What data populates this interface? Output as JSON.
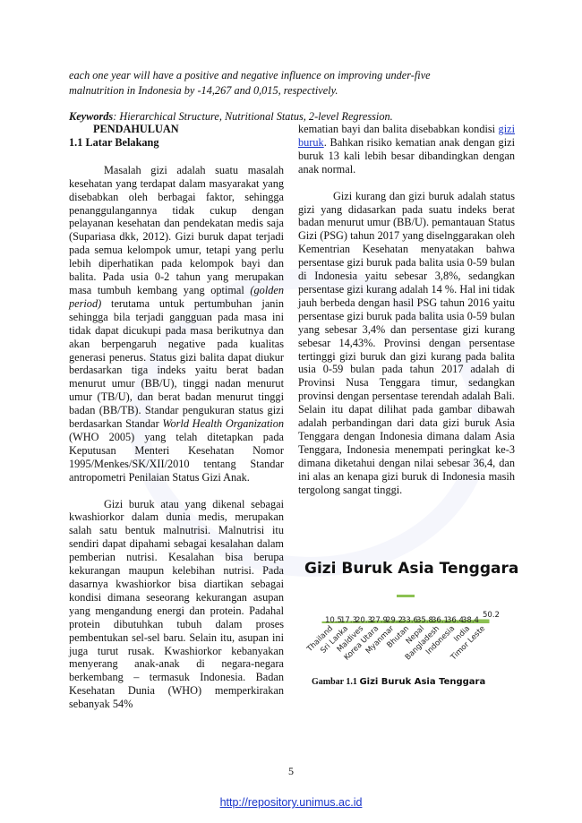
{
  "abstract": {
    "tail_line1": "each one year will have a positive and negative influence on improving under-five",
    "tail_line2": "malnutrition in Indonesia by -14,267 and 0,015, respectively.",
    "keywords_label": "Keywords",
    "keywords_text": ":  Hierarchical Structure, Nutritional Status, 2-level Regression."
  },
  "left": {
    "heading_main": "PENDAHULUAN",
    "heading_sub": "1.1 Latar Belakang",
    "p1_a": "Masalah gizi adalah suatu masalah kesehatan yang terdapat dalam masyarakat yang disebabkan oleh berbagai faktor, sehingga penanggulangannya tidak cukup dengan pelayanan kesehatan dan pendekatan medis saja (Supariasa dkk, 2012). Gizi buruk dapat terjadi pada semua kelompok umur, tetapi yang perlu lebih diperhatikan pada kelompok bayi dan balita. Pada usia 0-2 tahun yang merupakan masa tumbuh kembang yang optimal ",
    "p1_golden": "(golden period)",
    "p1_b": " terutama untuk pertumbuhan janin sehingga bila terjadi gangguan pada masa ini tidak dapat dicukupi pada masa berikutnya dan akan berpengaruh negative pada kualitas generasi penerus. Status gizi balita dapat diukur berdasarkan tiga indeks yaitu berat badan menurut umur (BB/U), tinggi nadan menurut umur (TB/U), dan berat badan menurut tinggi badan (BB/TB). Standar pengukuran status gizi berdasarkan Standar ",
    "p1_who": "World Health Organization",
    "p1_c": " (WHO 2005) yang telah ditetapkan pada Keputusan Menteri Kesehatan Nomor 1995/Menkes/SK/XII/2010 tentang Standar antropometri Penilaian Status Gizi Anak.",
    "p2": "Gizi buruk atau yang dikenal sebagai kwashiorkor dalam dunia medis, merupakan salah satu bentuk malnutrisi. Malnutrisi itu sendiri dapat dipahami sebagai kesalahan dalam pemberian nutrisi. Kesalahan bisa berupa kekurangan maupun kelebihan nutrisi. Pada dasarnya kwashiorkor bisa diartikan sebagai kondisi dimana seseorang kekurangan asupan yang mengandung energi dan protein. Padahal protein dibutuhkan tubuh dalam proses pembentukan sel-sel baru. Selain itu, asupan ini juga turut rusak. Kwashiorkor kebanyakan menyerang anak-anak di negara-negara berkembang – termasuk Indonesia. Badan Kesehatan Dunia (WHO) memperkirakan sebanyak 54%"
  },
  "right": {
    "p1_a": "kematian bayi dan balita disebabkan kondisi ",
    "p1_link": "gizi buruk",
    "p1_b": ". Bahkan risiko kematian anak dengan gizi buruk 13 kali lebih besar dibandingkan dengan anak normal.",
    "p2": "Gizi kurang dan gizi buruk adalah status gizi yang didasarkan pada suatu indeks berat badan menurut umur (BB/U). pemantauan Status Gizi (PSG) tahun 2017 yang diselnggarakan oleh Kementrian Kesehatan menyatakan bahwa persentase gizi buruk pada balita usia 0-59 bulan di Indonesia yaitu sebesar 3,8%, sedangkan persentase gizi kurang adalah 14 %. Hal ini tidak jauh berbeda dengan hasil PSG tahun 2016 yaitu persentase gizi buruk pada balita usia 0-59 bulan yang sebesar 3,4% dan persentase gizi kurang sebesar 14,43%. Provinsi dengan persentase tertinggi gizi buruk dan gizi kurang pada balita usia 0-59 bulan pada tahun 2017 adalah di Provinsi Nusa Tenggara timur, sedangkan provinsi dengan persentase terendah adalah Bali. Selain itu dapat dilihat pada gambar dibawah adalah perbandingan dari data gizi buruk Asia Tenggara dengan Indonesia dimana dalam Asia Tenggara, Indonesia menempati peringkat ke-3 dimana diketahui dengan nilai sebesar 36,4, dan ini alas an kenapa gizi buruk di Indonesia masih tergolong sangat tinggi."
  },
  "chart_data": {
    "type": "bar",
    "title": "Gizi Buruk Asia Tenggara",
    "categories": [
      "Thailand",
      "Sri Lanka",
      "Maldives",
      "Korea Utara",
      "Myanmar",
      "Bhutan",
      "Nepal",
      "Bangladesh",
      "Indonesia",
      "India",
      "Timor Leste"
    ],
    "values": [
      10.5,
      17.3,
      20.3,
      27.9,
      29.2,
      33.6,
      35.8,
      36.1,
      36.4,
      38.4,
      50.2
    ],
    "data_labels": [
      "10.5",
      "17.3",
      "20.3",
      "27.9",
      "29.2",
      "33.6",
      "35.8",
      "36.1",
      "36.4",
      "38.4",
      "50.2"
    ],
    "series_color": "#8cc152",
    "caption_label": "Gambar 1.1",
    "caption_text": "Gizi Buruk Asia Tenggara",
    "xlabel": "",
    "ylabel": "",
    "grid": false,
    "legend": "none"
  },
  "page_number": "5",
  "footer_url": "http://repository.unimus.ac.id"
}
